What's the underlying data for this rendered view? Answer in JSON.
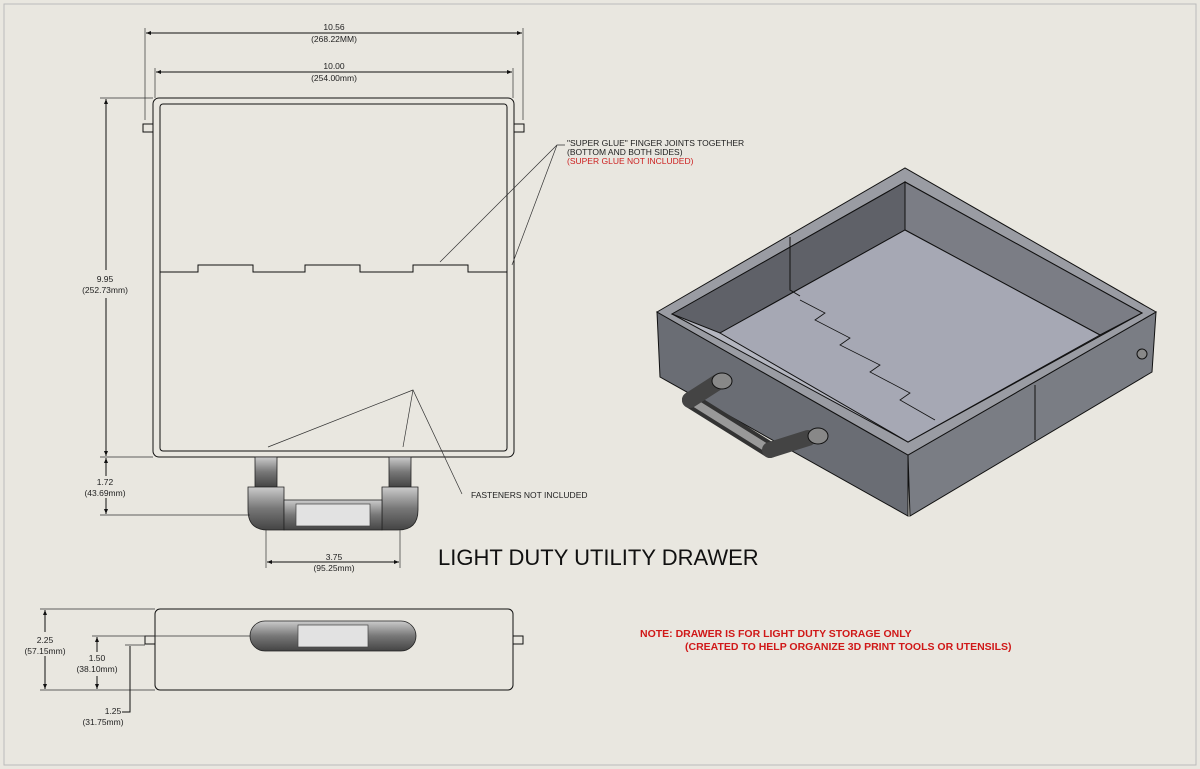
{
  "title": "LIGHT DUTY UTILITY DRAWER",
  "dimensions": {
    "overall_width": {
      "in": "10.56",
      "mm": "(268.22MM)"
    },
    "inner_width": {
      "in": "10.00",
      "mm": "(254.00mm)"
    },
    "depth": {
      "in": "9.95",
      "mm": "(252.73mm)"
    },
    "handle_projection": {
      "in": "1.72",
      "mm": "(43.69mm)"
    },
    "handle_spacing": {
      "in": "3.75",
      "mm": "(95.25mm)"
    },
    "height": {
      "in": "2.25",
      "mm": "(57.15mm)"
    },
    "handle_height": {
      "in": "1.50",
      "mm": "(38.10mm)"
    },
    "pin_height": {
      "in": "1.25",
      "mm": "(31.75mm)"
    }
  },
  "callouts": {
    "glue_line1": "\"SUPER GLUE\" FINGER JOINTS TOGETHER",
    "glue_line2": "(BOTTOM AND BOTH SIDES)",
    "glue_line3": "(SUPER GLUE NOT INCLUDED)",
    "fasteners": "FASTENERS NOT INCLUDED"
  },
  "note": {
    "line1": "NOTE:  DRAWER IS FOR LIGHT DUTY STORAGE ONLY",
    "line2": "(CREATED TO HELP ORGANIZE 3D PRINT TOOLS OR UTENSILS)"
  },
  "colors": {
    "note_red": "#d01818",
    "background": "#e9e7e0"
  }
}
